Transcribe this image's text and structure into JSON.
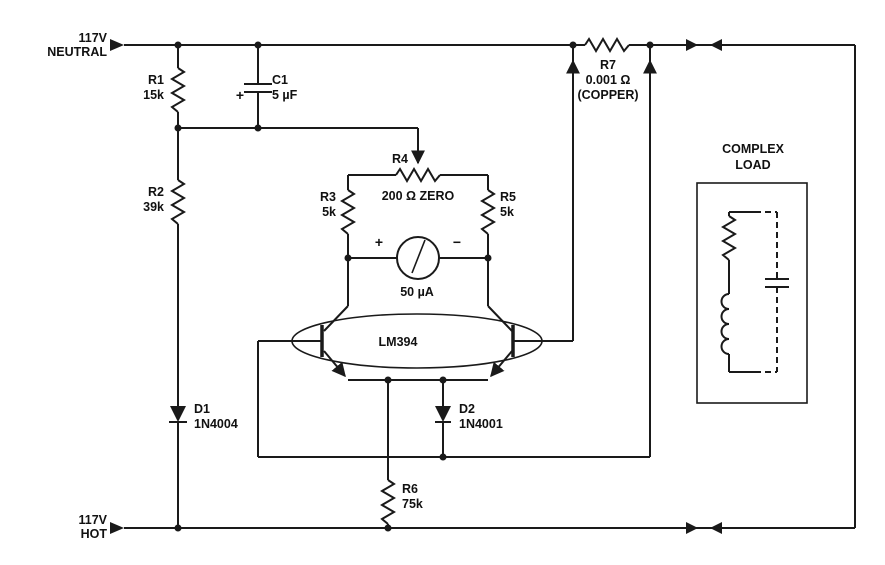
{
  "diagram": {
    "kind": "analog power-meter schematic",
    "colors": {
      "ink": "#1a1a1a",
      "background": "#ffffff"
    },
    "inputs": {
      "neutral": {
        "line1": "117V",
        "line2": "NEUTRAL"
      },
      "hot": {
        "line1": "117V",
        "line2": "HOT"
      }
    },
    "components": {
      "r1": {
        "ref": "R1",
        "value": "15k"
      },
      "r2": {
        "ref": "R2",
        "value": "39k"
      },
      "r3": {
        "ref": "R3",
        "value": "5k"
      },
      "r4": {
        "ref": "R4",
        "value": "200 Ω ZERO"
      },
      "r5": {
        "ref": "R5",
        "value": "5k"
      },
      "r6": {
        "ref": "R6",
        "value": "75k"
      },
      "r7": {
        "ref": "R7",
        "value": "0.001 Ω",
        "note": "(COPPER)"
      },
      "c1": {
        "ref": "C1",
        "value": "5 µF",
        "polarity": "+"
      },
      "d1": {
        "ref": "D1",
        "value": "1N4004"
      },
      "d2": {
        "ref": "D2",
        "value": "1N4001"
      },
      "meter": {
        "value": "50 µA",
        "plus": "+",
        "minus": "−"
      },
      "ic1": {
        "ref": "LM394"
      },
      "load": {
        "line1": "COMPLEX",
        "line2": "LOAD"
      }
    }
  }
}
